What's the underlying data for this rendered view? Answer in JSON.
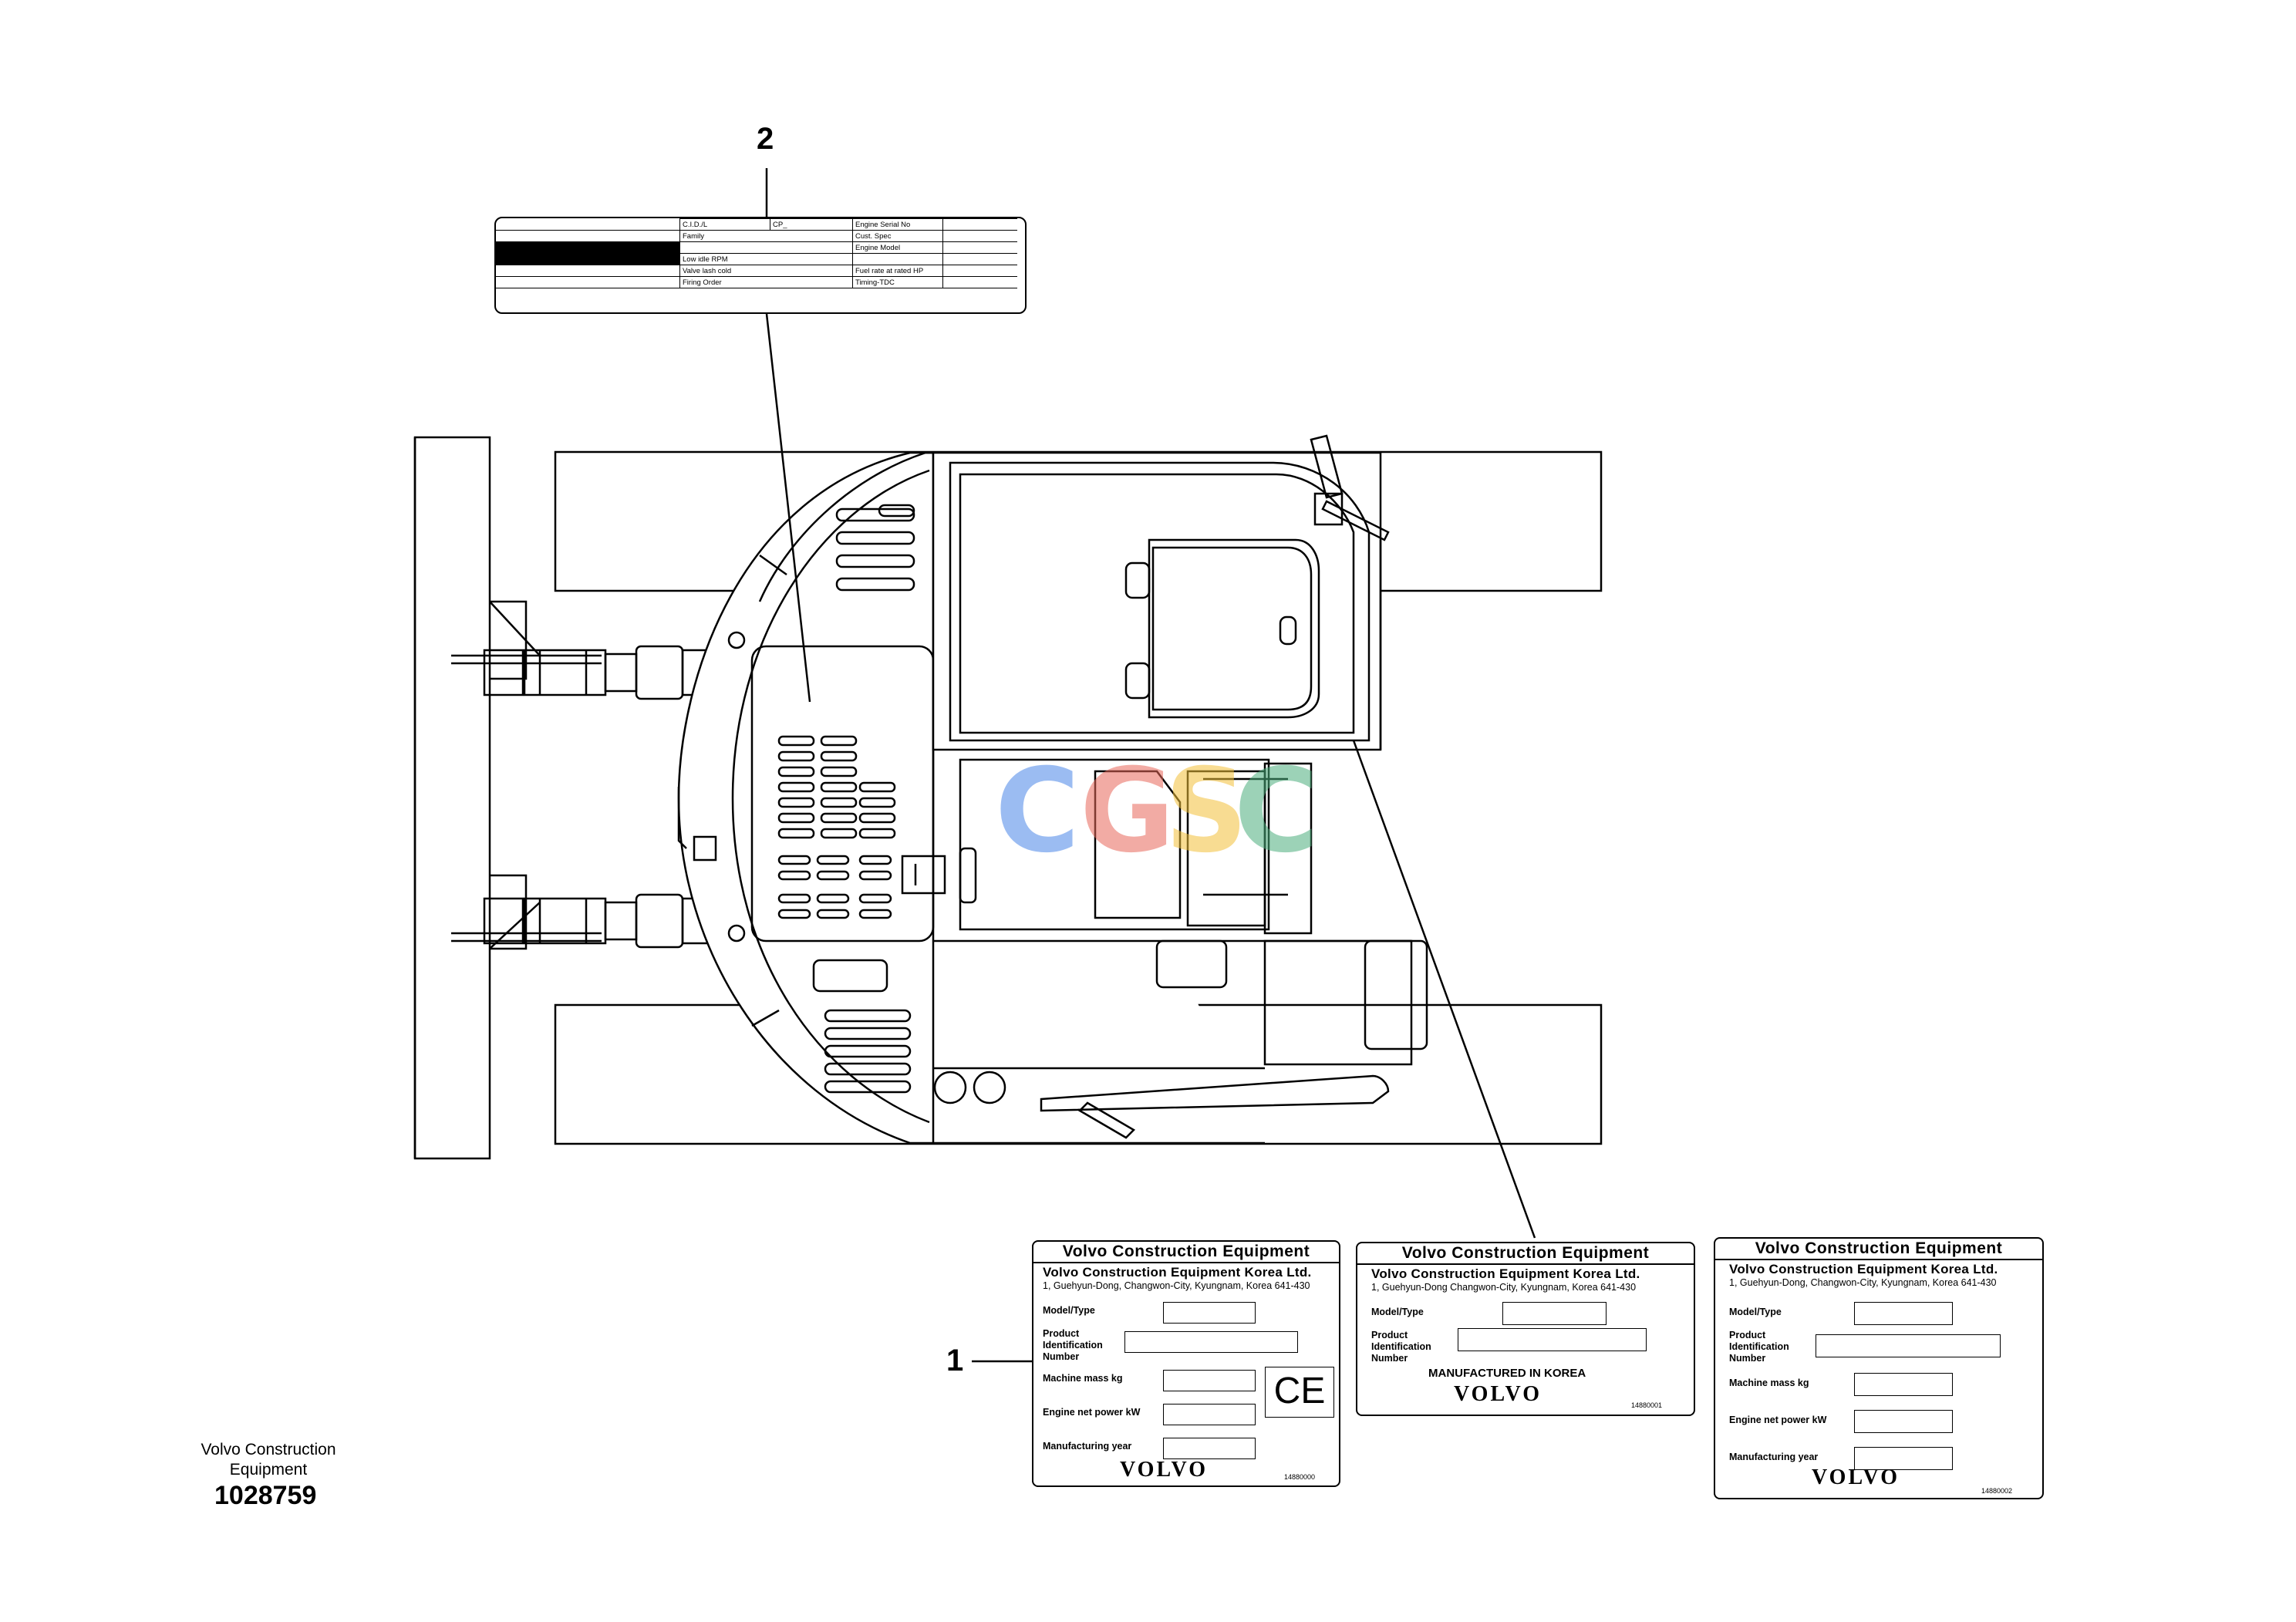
{
  "callouts": {
    "one": "1",
    "two": "2"
  },
  "engine_label": {
    "rows": [
      [
        "",
        "C.I.D./L",
        "CP_",
        "Engine Serial No",
        ""
      ],
      [
        "",
        "Family",
        "",
        "Cust. Spec",
        ""
      ],
      [
        "",
        "",
        "",
        "Engine Model",
        ""
      ],
      [
        "",
        "Low idle RPM",
        "",
        "",
        ""
      ],
      [
        "",
        "Valve lash cold",
        "",
        "Fuel rate at rated HP",
        ""
      ],
      [
        "",
        "Firing Order",
        "",
        "Timing-TDC",
        ""
      ]
    ]
  },
  "plate_a": {
    "header": "Volvo Construction Equipment",
    "company": "Volvo Construction Equipment Korea Ltd.",
    "address": "1, Guehyun-Dong, Changwon-City, Kyungnam, Korea 641-430",
    "fields": {
      "model": "Model/Type",
      "pin": "Product Identification Number",
      "mass": "Machine mass kg",
      "power": "Engine net power kW",
      "year": "Manufacturing year"
    },
    "ce": "CE",
    "logo": "VOLVO",
    "code": "14880000"
  },
  "plate_b": {
    "header": "Volvo Construction Equipment",
    "company": "Volvo Construction Equipment Korea Ltd.",
    "address": "1, Guehyun-Dong  Changwon-City, Kyungnam, Korea 641-430",
    "fields": {
      "model": "Model/Type",
      "pin": "Product Identification Number"
    },
    "made_in": "MANUFACTURED IN KOREA",
    "logo": "VOLVO",
    "code": "14880001"
  },
  "plate_c": {
    "header": "Volvo Construction Equipment",
    "company": "Volvo Construction Equipment Korea Ltd.",
    "address": "1, Guehyun-Dong, Changwon-City, Kyungnam, Korea 641-430",
    "fields": {
      "model": "Model/Type",
      "pin": "Product Identification Number",
      "mass": "Machine mass kg",
      "power": "Engine net power kW",
      "year": "Manufacturing year"
    },
    "logo": "VOLVO",
    "code": "14880002"
  },
  "footer": {
    "company_line1": "Volvo Construction",
    "company_line2": "Equipment",
    "doc_number": "1028759"
  },
  "watermark": {
    "letters": [
      "C",
      "G",
      "S",
      "C"
    ],
    "colors": [
      "#4a86e8",
      "#e8685a",
      "#f3c13a",
      "#4caf7d"
    ]
  }
}
